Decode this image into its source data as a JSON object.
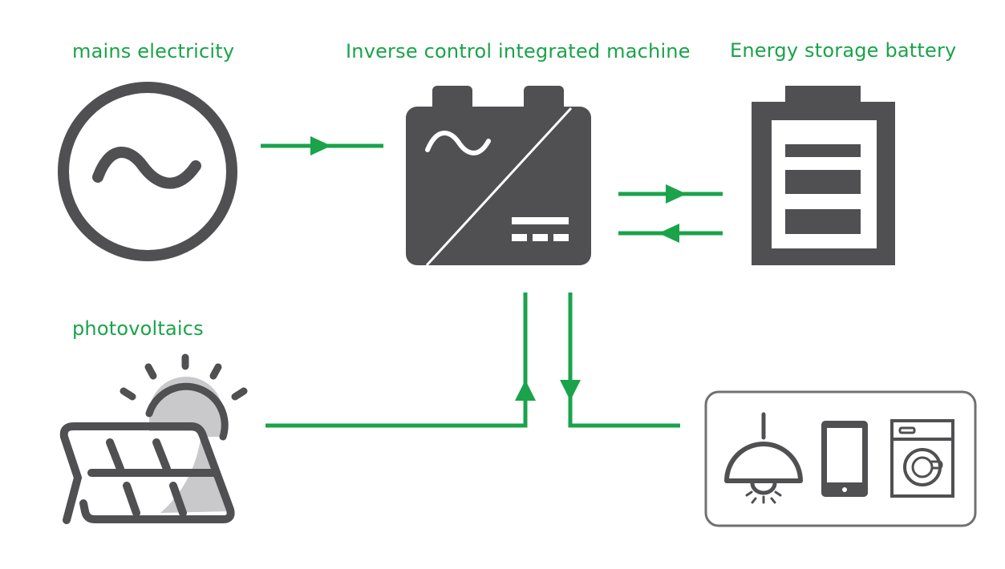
{
  "labels": {
    "mains": "mains electricity",
    "inverter": "Inverse control integrated machine",
    "battery": "Energy storage battery",
    "photovoltaics": "photovoltaics"
  },
  "colors": {
    "accent_green": "#1aa34a",
    "icon_gray": "#505052",
    "panel_light": "#c9c9cb",
    "box_border": "#707070"
  },
  "icons": [
    "ac-source-icon",
    "inverter-icon",
    "battery-icon",
    "solar-panel-icon",
    "lamp-icon",
    "phone-icon",
    "washing-machine-icon"
  ]
}
